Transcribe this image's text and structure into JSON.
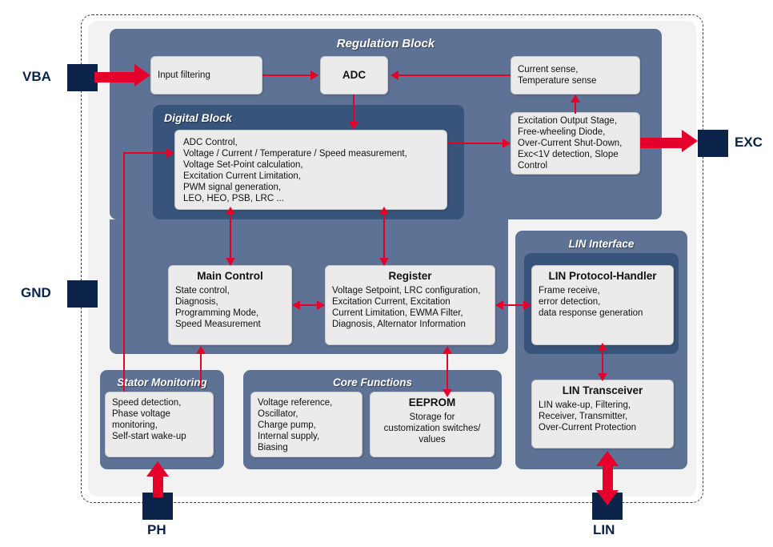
{
  "diagram": {
    "title": "Alternator Voltage Regulator Block Diagram",
    "colors": {
      "group_fill": "#5d7294",
      "group_fill_dark": "#39547a",
      "box_fill": "#ebebeb",
      "pin_fill": "#0b2348",
      "connector": "#e4002b",
      "package_fill": "#f2f2f2"
    }
  },
  "groups": {
    "regulation_block": {
      "title": "Regulation Block"
    },
    "digital_block": {
      "title": "Digital Block"
    },
    "lin_interface": {
      "title": "LIN Interface"
    },
    "stator_monitoring": {
      "title": "Stator Monitoring"
    },
    "core_functions": {
      "title": "Core Functions"
    }
  },
  "blocks": {
    "input_filtering": {
      "header": "",
      "body": "Input filtering"
    },
    "adc": {
      "header": "ADC",
      "body": ""
    },
    "current_temp_sense": {
      "header": "",
      "body": "Current sense,\nTemperature sense"
    },
    "excitation_output": {
      "header": "",
      "body": "Excitation Output Stage,\nFree-wheeling Diode,\nOver-Current Shut-Down,\nExc<1V detection, Slope\nControl"
    },
    "digital_core": {
      "header": "",
      "body": "ADC Control,\nVoltage / Current / Temperature / Speed measurement,\nVoltage Set-Point calculation,\nExcitation Current Limitation,\nPWM signal generation,\nLEO, HEO, PSB, LRC ..."
    },
    "main_control": {
      "header": "Main Control",
      "body": "State control,\nDiagnosis,\nProgramming Mode,\nSpeed Measurement"
    },
    "register": {
      "header": "Register",
      "body": "Voltage Setpoint, LRC configuration,\nExcitation Current, Excitation\nCurrent Limitation, EWMA Filter,\nDiagnosis, Alternator Information"
    },
    "lin_protocol_handler": {
      "header": "LIN Protocol-Handler",
      "body": "Frame receive,\nerror detection,\ndata response generation"
    },
    "lin_transceiver": {
      "header": "LIN Transceiver",
      "body": "LIN wake-up, Filtering,\nReceiver, Transmitter,\nOver-Current Protection"
    },
    "stator_detail": {
      "header": "",
      "body": "Speed detection,\nPhase voltage\nmonitoring,\nSelf-start wake-up"
    },
    "core_detail": {
      "header": "",
      "body": "Voltage reference,\nOscillator,\nCharge pump,\nInternal supply,\nBiasing"
    },
    "eeprom": {
      "header": "EEPROM",
      "body": "Storage for\ncustomization switches/\nvalues"
    }
  },
  "pins": {
    "vba": {
      "label": "VBA"
    },
    "gnd": {
      "label": "GND"
    },
    "exc": {
      "label": "EXC"
    },
    "ph": {
      "label": "PH"
    },
    "lin": {
      "label": "LIN"
    }
  }
}
